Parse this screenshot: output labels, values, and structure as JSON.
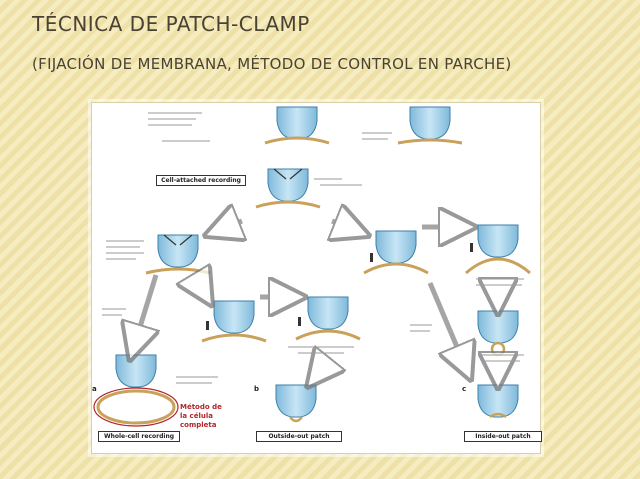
{
  "slide": {
    "title": "TÉCNICA DE PATCH-CLAMP",
    "subtitle": "(FIJACIÓN DE MEMBRANA, MÉTODO DE CONTROL EN PARCHE)"
  },
  "figure": {
    "label_cell_attached": "Cell-attached recording",
    "label_whole_cell": "Whole-cell recording",
    "label_outside_out": "Outside-out patch",
    "label_inside_out": "Inside-out patch",
    "red_note_line1": "Método de",
    "red_note_line2": "la célula",
    "red_note_line3": "completa",
    "letter_a": "a",
    "letter_b": "b",
    "letter_c": "c",
    "colors": {
      "pipette": "#a9d3ea",
      "pipette_edge": "#3c7fa8",
      "membrane": "#c9a15a",
      "red_note": "#b3262a"
    }
  }
}
